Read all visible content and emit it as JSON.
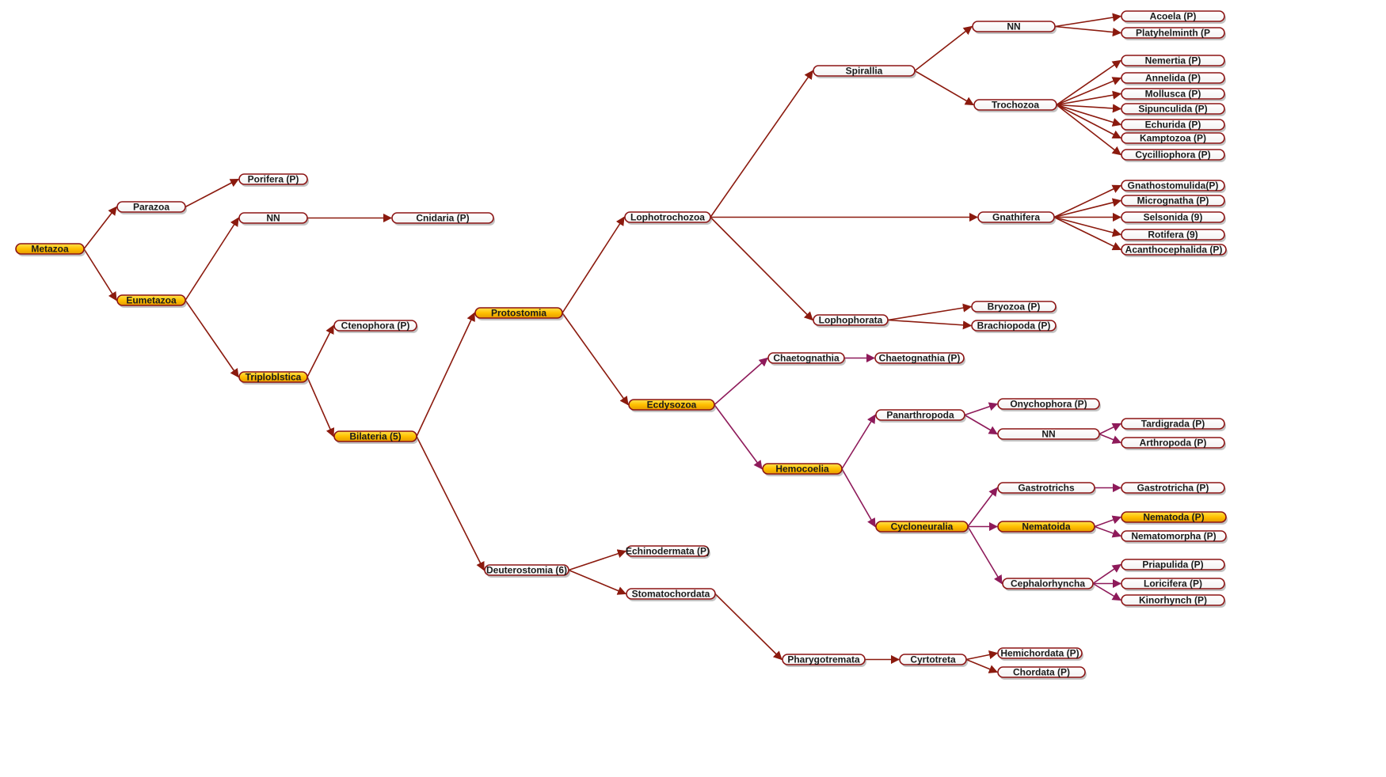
{
  "nodes": [
    {
      "id": "metazoa",
      "label": "Metazoa",
      "hl": true
    },
    {
      "id": "parazoa",
      "label": "Parazoa"
    },
    {
      "id": "porifera",
      "label": "Porifera (P)"
    },
    {
      "id": "eumetazoa",
      "label": "Eumetazoa",
      "hl": true
    },
    {
      "id": "nn1",
      "label": "NN"
    },
    {
      "id": "cnidaria",
      "label": "Cnidaria (P)"
    },
    {
      "id": "triploblstica",
      "label": "Triploblstica",
      "hl": true
    },
    {
      "id": "ctenophora",
      "label": "Ctenophora (P)"
    },
    {
      "id": "bilateria",
      "label": "Bilateria (5)",
      "hl": true
    },
    {
      "id": "protostomia",
      "label": "Protostomia",
      "hl": true
    },
    {
      "id": "deuterostomia",
      "label": "Deuterostomia (6)"
    },
    {
      "id": "lophotrochozoa",
      "label": "Lophotrochozoa"
    },
    {
      "id": "ecdysozoa",
      "label": "Ecdysozoa",
      "hl": true
    },
    {
      "id": "spirallia",
      "label": "Spirallia"
    },
    {
      "id": "gnathifera",
      "label": "Gnathifera"
    },
    {
      "id": "lophophorata",
      "label": "Lophophorata"
    },
    {
      "id": "nn2",
      "label": "NN"
    },
    {
      "id": "trochozoa",
      "label": "Trochozoa"
    },
    {
      "id": "acoela",
      "label": "Acoela (P)"
    },
    {
      "id": "platyhelminth",
      "label": "Platyhelminth (P"
    },
    {
      "id": "nemertia",
      "label": "Nemertia (P)"
    },
    {
      "id": "annelida",
      "label": "Annelida (P)"
    },
    {
      "id": "mollusca",
      "label": "Mollusca (P)"
    },
    {
      "id": "sipunculida",
      "label": "Sipunculida (P)"
    },
    {
      "id": "echurida",
      "label": "Echurida (P)"
    },
    {
      "id": "kamptozoa",
      "label": "Kamptozoa (P)"
    },
    {
      "id": "cycilliophora",
      "label": "Cycilliophora (P)"
    },
    {
      "id": "gnathostomulida",
      "label": "Gnathostomulida(P)"
    },
    {
      "id": "micrognatha",
      "label": "Micrognatha (P)"
    },
    {
      "id": "selsonida",
      "label": "Selsonida (9)"
    },
    {
      "id": "rotifera",
      "label": "Rotifera (9)"
    },
    {
      "id": "acanthocephalida",
      "label": "Acanthocephalida (P)"
    },
    {
      "id": "bryozoa",
      "label": "Bryozoa (P)"
    },
    {
      "id": "brachiopoda",
      "label": "Brachiopoda (P)"
    },
    {
      "id": "chaetognathia1",
      "label": "Chaetognathia"
    },
    {
      "id": "chaetognathia2",
      "label": "Chaetognathia  (P)"
    },
    {
      "id": "hemocoelia",
      "label": "Hemocoelia",
      "hl": true
    },
    {
      "id": "panarthropoda",
      "label": "Panarthropoda"
    },
    {
      "id": "onychophora",
      "label": "Onychophora  (P)"
    },
    {
      "id": "nn3",
      "label": "NN"
    },
    {
      "id": "tardigrada",
      "label": "Tardigrada (P)"
    },
    {
      "id": "arthropoda",
      "label": "Arthropoda (P)"
    },
    {
      "id": "cycloneuralia",
      "label": "Cycloneuralia",
      "hl": true
    },
    {
      "id": "gastrotrichs",
      "label": "Gastrotrichs"
    },
    {
      "id": "gastrotricha",
      "label": "Gastrotricha (P)"
    },
    {
      "id": "nematoida",
      "label": "Nematoida",
      "hl": true
    },
    {
      "id": "nematoda",
      "label": "Nematoda  (P)",
      "hl": true
    },
    {
      "id": "nematomorpha",
      "label": "Nematomorpha (P)"
    },
    {
      "id": "cephalorhyncha",
      "label": "Cephalorhyncha"
    },
    {
      "id": "priapulida",
      "label": "Priapulida  (P)"
    },
    {
      "id": "loricifera",
      "label": "Loricifera (P)"
    },
    {
      "id": "kinorhynch",
      "label": "Kinorhynch (P)"
    },
    {
      "id": "echinodermata",
      "label": "Echinodermata (P)"
    },
    {
      "id": "stomatochordata",
      "label": "Stomatochordata"
    },
    {
      "id": "pharygotremata",
      "label": "Pharygotremata"
    },
    {
      "id": "cyrtotreta",
      "label": "Cyrtotreta"
    },
    {
      "id": "hemichordata",
      "label": "Hemichordata (P)"
    },
    {
      "id": "chordata",
      "label": "Chordata (P)"
    }
  ],
  "edges": [
    [
      "metazoa",
      "parazoa"
    ],
    [
      "metazoa",
      "eumetazoa"
    ],
    [
      "parazoa",
      "porifera"
    ],
    [
      "eumetazoa",
      "nn1"
    ],
    [
      "eumetazoa",
      "triploblstica"
    ],
    [
      "nn1",
      "cnidaria"
    ],
    [
      "triploblstica",
      "ctenophora"
    ],
    [
      "triploblstica",
      "bilateria"
    ],
    [
      "bilateria",
      "protostomia"
    ],
    [
      "bilateria",
      "deuterostomia"
    ],
    [
      "protostomia",
      "lophotrochozoa"
    ],
    [
      "protostomia",
      "ecdysozoa"
    ],
    [
      "lophotrochozoa",
      "spirallia"
    ],
    [
      "lophotrochozoa",
      "gnathifera"
    ],
    [
      "lophotrochozoa",
      "lophophorata"
    ],
    [
      "spirallia",
      "nn2"
    ],
    [
      "spirallia",
      "trochozoa"
    ],
    [
      "nn2",
      "acoela"
    ],
    [
      "nn2",
      "platyhelminth"
    ],
    [
      "trochozoa",
      "nemertia"
    ],
    [
      "trochozoa",
      "annelida"
    ],
    [
      "trochozoa",
      "mollusca"
    ],
    [
      "trochozoa",
      "sipunculida"
    ],
    [
      "trochozoa",
      "echurida"
    ],
    [
      "trochozoa",
      "kamptozoa"
    ],
    [
      "trochozoa",
      "cycilliophora"
    ],
    [
      "gnathifera",
      "gnathostomulida"
    ],
    [
      "gnathifera",
      "micrognatha"
    ],
    [
      "gnathifera",
      "selsonida"
    ],
    [
      "gnathifera",
      "rotifera"
    ],
    [
      "gnathifera",
      "acanthocephalida"
    ],
    [
      "lophophorata",
      "bryozoa"
    ],
    [
      "lophophorata",
      "brachiopoda"
    ],
    [
      "ecdysozoa",
      "chaetognathia1"
    ],
    [
      "ecdysozoa",
      "hemocoelia"
    ],
    [
      "chaetognathia1",
      "chaetognathia2"
    ],
    [
      "hemocoelia",
      "panarthropoda"
    ],
    [
      "hemocoelia",
      "cycloneuralia"
    ],
    [
      "panarthropoda",
      "onychophora"
    ],
    [
      "panarthropoda",
      "nn3"
    ],
    [
      "nn3",
      "tardigrada"
    ],
    [
      "nn3",
      "arthropoda"
    ],
    [
      "cycloneuralia",
      "gastrotrichs"
    ],
    [
      "cycloneuralia",
      "nematoida"
    ],
    [
      "cycloneuralia",
      "cephalorhyncha"
    ],
    [
      "gastrotrichs",
      "gastrotricha"
    ],
    [
      "nematoida",
      "nematoda"
    ],
    [
      "nematoida",
      "nematomorpha"
    ],
    [
      "cephalorhyncha",
      "priapulida"
    ],
    [
      "cephalorhyncha",
      "loricifera"
    ],
    [
      "cephalorhyncha",
      "kinorhynch"
    ],
    [
      "deuterostomia",
      "echinodermata"
    ],
    [
      "deuterostomia",
      "stomatochordata"
    ],
    [
      "stomatochordata",
      "pharygotremata"
    ],
    [
      "pharygotremata",
      "cyrtotreta"
    ],
    [
      "cyrtotreta",
      "hemichordata"
    ],
    [
      "cyrtotreta",
      "chordata"
    ]
  ],
  "colors": {
    "edge": "#8b1a0e",
    "edge_ecdysozoa": "#8e1a5a",
    "border": "#8c1414",
    "node_fill": "#ffffff",
    "highlight_fill": "#ffc000",
    "text": "#1a1a1a",
    "shadow": "#7a7a7a"
  }
}
